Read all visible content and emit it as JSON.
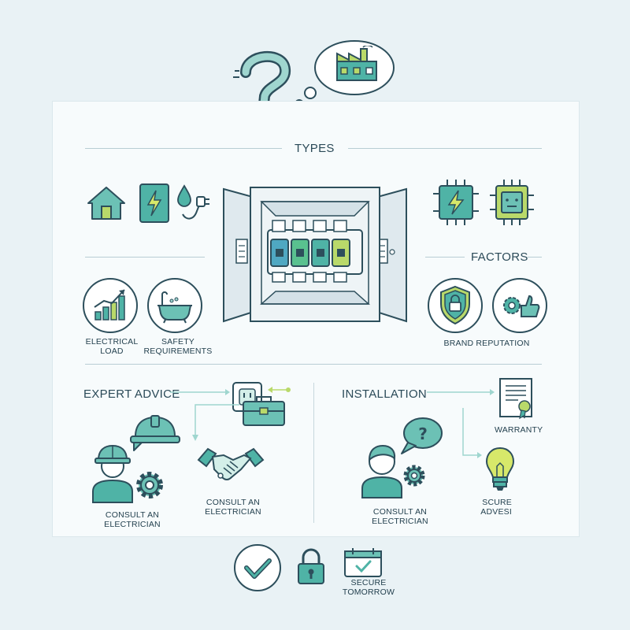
{
  "sections": {
    "types": "TYPES",
    "factors": "FACTORS",
    "expert_advice": "EXPERT ADVICE",
    "installation": "INSTALLATION"
  },
  "labels": {
    "electrical_load": "ELECTRICAL\nLOAD",
    "safety_requirements": "SAFETY\nREQUIREMENTS",
    "brand_reputation": "BRAND REPUTATION",
    "consult_left": "CONSULT AN ELECTRICIAN",
    "consult_middle": "CONSULT AN\nELECTRICIAN",
    "consult_right": "CONSULT AN ELECTRICIAN",
    "warranty": "WARRANTY",
    "secure_advice": "SCURE\nADVESI",
    "secure_tomorrow": "SECURE TOMORROW"
  },
  "icons": [
    "question-mark-icon",
    "thought-bubble-icon",
    "factory-icon",
    "house-icon",
    "power-panel-icon",
    "water-plug-icon",
    "circuit-bolt-icon",
    "chip-icon",
    "bar-chart-icon",
    "bathtub-icon",
    "shield-lock-icon",
    "gear-thumb-icon",
    "outlet-icon",
    "toolbox-icon",
    "hard-hat-icon",
    "worker-icon",
    "gear-icon",
    "handshake-icon",
    "person-icon",
    "speech-question-icon",
    "certificate-icon",
    "lightbulb-icon",
    "checkmark-icon",
    "padlock-icon",
    "calendar-check-icon"
  ],
  "colors": {
    "teal": "#4fb3a6",
    "dark_line": "#2d4f5c",
    "lime": "#b9d96a",
    "background": "#e9f2f5",
    "panel": "#f7fbfc"
  }
}
